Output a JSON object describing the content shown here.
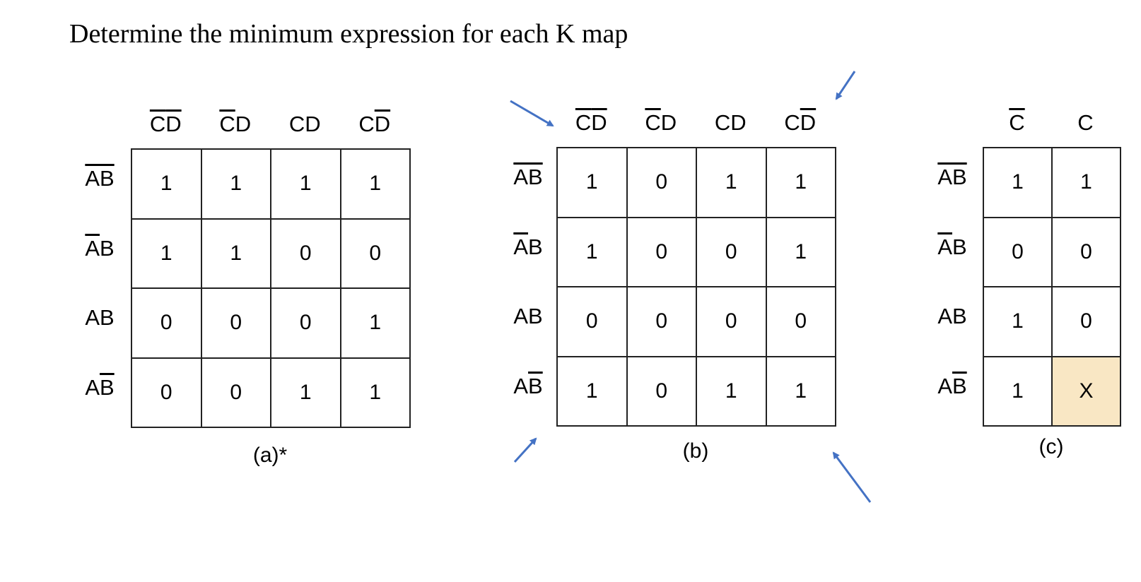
{
  "title": "Determine the minimum expression for each K map",
  "maps": [
    {
      "id": "a",
      "caption": "(a)*",
      "columns": [
        {
          "parts": [
            {
              "t": "C",
              "bar": true
            },
            {
              "t": "D",
              "bar": true
            }
          ]
        },
        {
          "parts": [
            {
              "t": "C",
              "bar": true
            },
            {
              "t": "D",
              "bar": false
            }
          ]
        },
        {
          "parts": [
            {
              "t": "C",
              "bar": false
            },
            {
              "t": "D",
              "bar": false
            }
          ]
        },
        {
          "parts": [
            {
              "t": "C",
              "bar": false
            },
            {
              "t": "D",
              "bar": true
            }
          ]
        }
      ],
      "rows": [
        {
          "parts": [
            {
              "t": "A",
              "bar": true
            },
            {
              "t": "B",
              "bar": true
            }
          ]
        },
        {
          "parts": [
            {
              "t": "A",
              "bar": true
            },
            {
              "t": "B",
              "bar": false
            }
          ]
        },
        {
          "parts": [
            {
              "t": "A",
              "bar": false
            },
            {
              "t": "B",
              "bar": false
            }
          ]
        },
        {
          "parts": [
            {
              "t": "A",
              "bar": false
            },
            {
              "t": "B",
              "bar": true
            }
          ]
        }
      ],
      "cells": [
        [
          "1",
          "1",
          "1",
          "1"
        ],
        [
          "1",
          "1",
          "0",
          "0"
        ],
        [
          "0",
          "0",
          "0",
          "1"
        ],
        [
          "0",
          "0",
          "1",
          "1"
        ]
      ]
    },
    {
      "id": "b",
      "caption": "(b)",
      "columns": [
        {
          "parts": [
            {
              "t": "C",
              "bar": true
            },
            {
              "t": "D",
              "bar": true
            }
          ]
        },
        {
          "parts": [
            {
              "t": "C",
              "bar": true
            },
            {
              "t": "D",
              "bar": false
            }
          ]
        },
        {
          "parts": [
            {
              "t": "C",
              "bar": false
            },
            {
              "t": "D",
              "bar": false
            }
          ]
        },
        {
          "parts": [
            {
              "t": "C",
              "bar": false
            },
            {
              "t": "D",
              "bar": true
            }
          ]
        }
      ],
      "rows": [
        {
          "parts": [
            {
              "t": "A",
              "bar": true
            },
            {
              "t": "B",
              "bar": true
            }
          ]
        },
        {
          "parts": [
            {
              "t": "A",
              "bar": true
            },
            {
              "t": "B",
              "bar": false
            }
          ]
        },
        {
          "parts": [
            {
              "t": "A",
              "bar": false
            },
            {
              "t": "B",
              "bar": false
            }
          ]
        },
        {
          "parts": [
            {
              "t": "A",
              "bar": false
            },
            {
              "t": "B",
              "bar": true
            }
          ]
        }
      ],
      "cells": [
        [
          "1",
          "0",
          "1",
          "1"
        ],
        [
          "1",
          "0",
          "0",
          "1"
        ],
        [
          "0",
          "0",
          "0",
          "0"
        ],
        [
          "1",
          "0",
          "1",
          "1"
        ]
      ]
    },
    {
      "id": "c",
      "caption": "(c)",
      "columns": [
        {
          "parts": [
            {
              "t": "C",
              "bar": true
            }
          ]
        },
        {
          "parts": [
            {
              "t": "C",
              "bar": false
            }
          ]
        }
      ],
      "rows": [
        {
          "parts": [
            {
              "t": "A",
              "bar": true
            },
            {
              "t": "B",
              "bar": true
            }
          ]
        },
        {
          "parts": [
            {
              "t": "A",
              "bar": true
            },
            {
              "t": "B",
              "bar": false
            }
          ]
        },
        {
          "parts": [
            {
              "t": "A",
              "bar": false
            },
            {
              "t": "B",
              "bar": false
            }
          ]
        },
        {
          "parts": [
            {
              "t": "A",
              "bar": false
            },
            {
              "t": "B",
              "bar": true
            }
          ]
        }
      ],
      "cells": [
        [
          "1",
          "1"
        ],
        [
          "0",
          "0"
        ],
        [
          "1",
          "0"
        ],
        [
          "1",
          "X"
        ]
      ],
      "highlight_color": "#f9e7c4"
    }
  ],
  "arrow_color": "#4472c4"
}
